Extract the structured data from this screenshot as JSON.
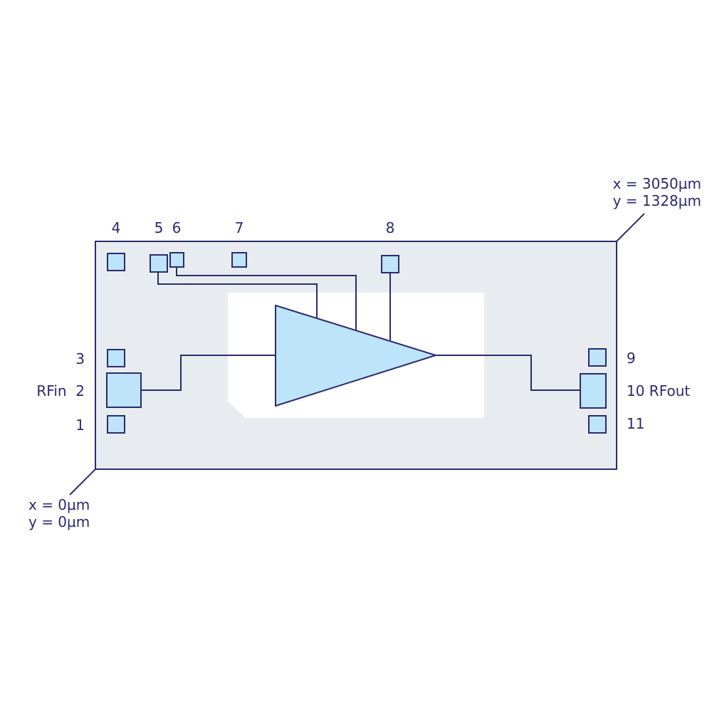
{
  "colors": {
    "stroke": "#2b2b6e",
    "chip": "#e8ecf0",
    "pad": "#bde4f8",
    "window": "#ffffff"
  },
  "corners": {
    "top_right": {
      "x": "x = 3050µm",
      "y": "y = 1328µm"
    },
    "bottom_left": {
      "x": "x = 0µm",
      "y": "y = 0µm"
    }
  },
  "pads": {
    "p1": "1",
    "p2": "RFin  2",
    "p3": "3",
    "p4": "4",
    "p5": "5",
    "p6": "6",
    "p7": "7",
    "p8": "8",
    "p9": "9",
    "p10": "10 RFout",
    "p11": "11"
  }
}
